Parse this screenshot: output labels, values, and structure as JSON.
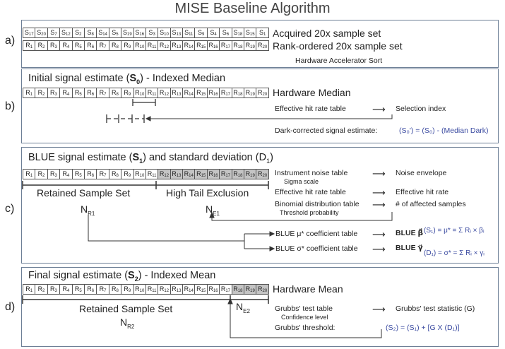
{
  "title": "MISE Baseline Algorithm",
  "panel_a": {
    "label": "a)",
    "acquired_row": [
      "S17",
      "S20",
      "S7",
      "S12",
      "S2",
      "S8",
      "S14",
      "S5",
      "S19",
      "S16",
      "S3",
      "S10",
      "S13",
      "S11",
      "S9",
      "S4",
      "S6",
      "S18",
      "S15",
      "S1"
    ],
    "rank_row": [
      "R1",
      "R2",
      "R3",
      "R4",
      "R5",
      "R6",
      "R7",
      "R8",
      "R9",
      "R10",
      "R11",
      "R12",
      "R13",
      "R14",
      "R15",
      "R16",
      "R17",
      "R18",
      "R19",
      "R20"
    ],
    "acquired_text": "Acquired 20x sample set",
    "rank_text": "Rank-ordered 20x sample set",
    "sort_text": "Hardware Accelerator Sort"
  },
  "panel_b": {
    "label": "b)",
    "heading_pre": "Initial signal estimate (",
    "heading_sym": "S",
    "heading_sub": "0",
    "heading_post": ") - Indexed Median",
    "hardware": "Hardware Median",
    "hit_table": "Effective hit rate table",
    "selection": "Selection index",
    "dark_label": "Dark-corrected signal estimate:",
    "dark_formula": "(S₀') = (S₀) - (Median Dark)"
  },
  "panel_c": {
    "label": "c)",
    "heading_pre": "BLUE signal estimate (",
    "heading_sym": "S",
    "heading_sub": "1",
    "heading_mid": ") and standard deviation (D",
    "heading_sub2": "1",
    "heading_post": ")",
    "retained": "Retained Sample Set",
    "high_tail": "High Tail Exclusion",
    "nr1": "N",
    "nr1_sub": "R1",
    "ne1": "N",
    "ne1_sub": "E1",
    "noise_table": "Instrument noise table",
    "sigma_scale": "Sigma scale",
    "noise_env": "Noise envelope",
    "hit_table": "Effective hit rate table",
    "hit_rate": "Effective hit rate",
    "binom_table": "Binomial distribution table",
    "threshold_prob": "Threshold probability",
    "affected": "# of affected samples",
    "blue_mu_table": "BLUE μ* coefficient table",
    "blue_beta": "BLUE β⃗",
    "blue_sigma_table": "BLUE σ* coefficient table",
    "blue_gamma": "BLUE γ⃗",
    "s1_formula": "(S₁) =  μ* = Σ Rᵢ × βᵢ",
    "d1_formula": "(D₁) =  σ* = Σ Rᵢ × γᵢ"
  },
  "panel_d": {
    "label": "d)",
    "heading_pre": "Final signal estimate (",
    "heading_sym": "S",
    "heading_sub": "2",
    "heading_post": ") - Indexed Mean",
    "hardware": "Hardware Mean",
    "retained": "Retained Sample Set",
    "nr2": "N",
    "nr2_sub": "R2",
    "ne2": "N",
    "ne2_sub": "E2",
    "grubbs_table": "Grubbs' test table",
    "confidence": "Confidence level",
    "grubbs_stat": "Grubbs' test statistic (G)",
    "grubbs_threshold": "Grubbs' threshold:",
    "threshold_formula": "(S₂) = (S₁) + [G X (D₁)]"
  }
}
